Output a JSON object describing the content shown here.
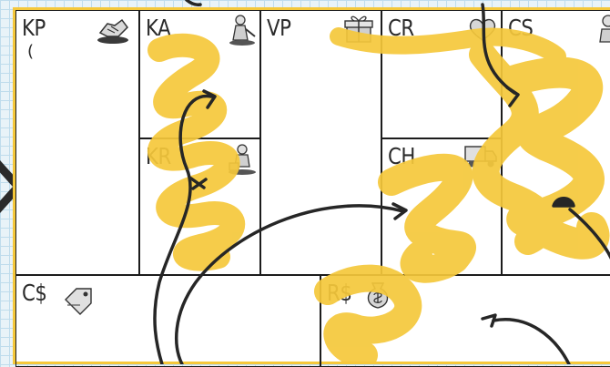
{
  "canvas": {
    "blocks": [
      {
        "id": "key-partners",
        "label": "KP",
        "sub": "("
      },
      {
        "id": "key-activities",
        "label": "KA"
      },
      {
        "id": "key-resources",
        "label": "KR"
      },
      {
        "id": "value-propositions",
        "label": "VP"
      },
      {
        "id": "customer-relationships",
        "label": "CR"
      },
      {
        "id": "channels",
        "label": "CH"
      },
      {
        "id": "customer-segments",
        "label": "CS"
      },
      {
        "id": "cost-structure",
        "label": "C$"
      },
      {
        "id": "revenue-streams",
        "label": "R$"
      }
    ],
    "icons": {
      "key-partners": "handshake-icon",
      "key-activities": "worker-icon",
      "key-resources": "factory-icon",
      "value-propositions": "gift-icon",
      "customer-relationships": "heart-icon",
      "channels": "truck-icon",
      "customer-segments": "person-icon",
      "cost-structure": "price-tag-icon",
      "revenue-streams": "money-bag-icon"
    }
  },
  "colors": {
    "highlight": "#f5c83b",
    "ink": "#222222",
    "border": "#1c1c1c",
    "grid": "#bfdcec"
  }
}
